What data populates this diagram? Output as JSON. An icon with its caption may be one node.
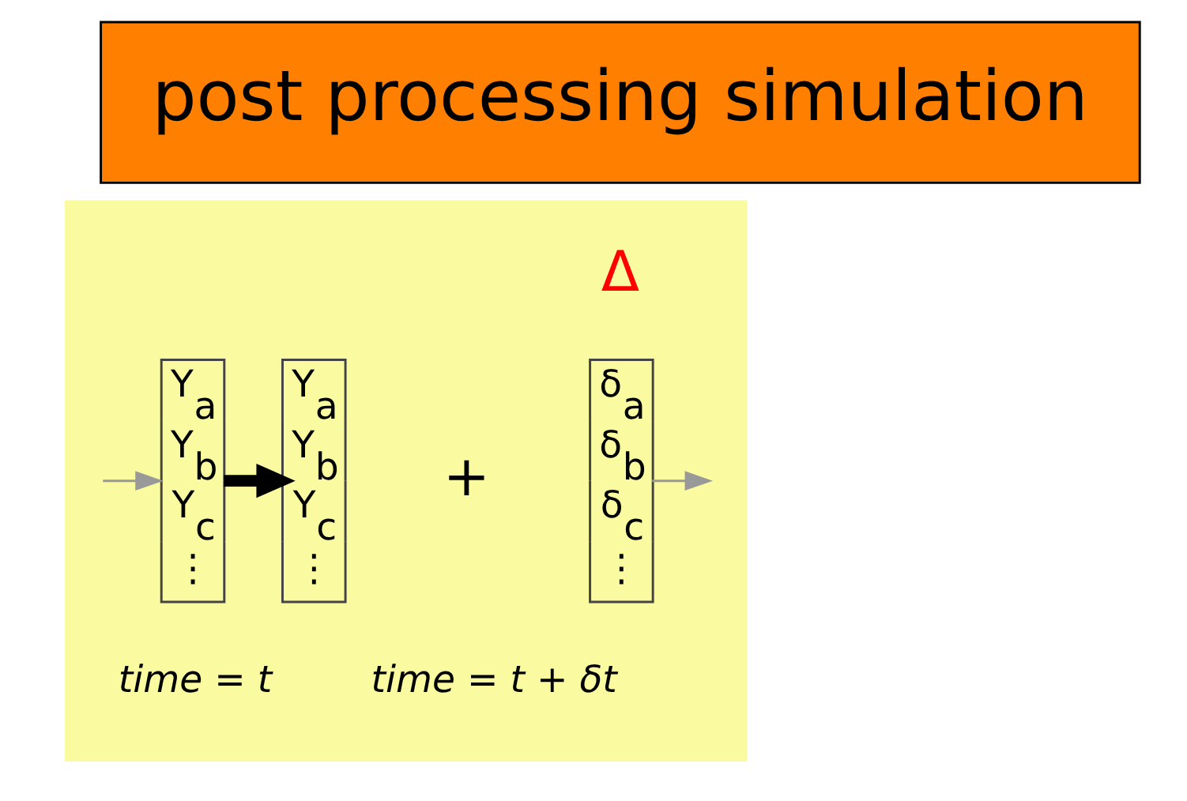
{
  "diagram": {
    "nodes": [
      {
        "text": [
          "post processing simulation"
        ]
      },
      {
        "text": [],
        "shape": "box"
      },
      {
        "text": [
          "Y$_{a}$",
          "Y$_{b}$",
          "Y$_{c}$",
          "⋮"
        ],
        "in": 1,
        "beside": [
          "time = t"
        ]
      },
      {
        "text": [
          "Y$_{a}$",
          "Y$_{b}$",
          "Y$_{c}$",
          "⋮"
        ],
        "in": 1,
        "beside": [
          "time = t + δt"
        ]
      },
      {
        "text": [
          "δ$_{a}$",
          "δ$_{b}$",
          "δ$_{c}$",
          "⋮"
        ],
        "in": 1
      }
    ],
    "edges": [
      {
        "from": null,
        "to": 2,
        "arrow": "to"
      },
      {
        "from": 2,
        "to": 3,
        "arrow": "to",
        "color": "#000000",
        "style": "thick"
      },
      {
        "from": 4,
        "to": null,
        "arrow": "to"
      }
    ],
    "labels": [
      "Δ",
      "+"
    ]
  }
}
